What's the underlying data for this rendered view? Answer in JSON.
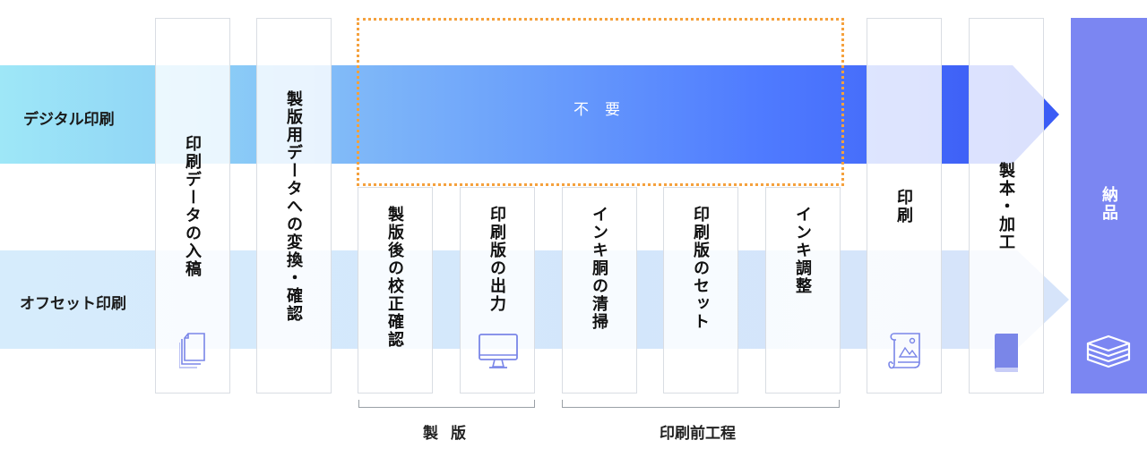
{
  "rows": {
    "digital": "デジタル印刷",
    "offset": "オフセット印刷"
  },
  "unneeded": "不要",
  "steps": {
    "input": "印刷データの入稿",
    "convert": "製版用データへの変換・確認",
    "proof": "製版後の校正確認",
    "plate_output": "印刷版の出力",
    "ink_clean": "インキ胴の清掃",
    "plate_set": "印刷版のセット",
    "ink_adjust": "インキ調整",
    "print": "印刷",
    "binding": "製本・加工",
    "delivery": "納品"
  },
  "groups": {
    "platemaking": "製版",
    "prepress": "印刷前工程"
  },
  "icons": [
    "documents-icon",
    "monitor-icon",
    "print-scroll-icon",
    "book-icon",
    "stack-icon"
  ],
  "colors": {
    "digital_band_start": "#9ee7f7",
    "digital_band_end": "#3b5cf5",
    "offset_band": "#d6ecfc",
    "delivery_box": "#7b86f2",
    "dotted_outline": "#f5a13d",
    "icon_stroke": "#7a86e8"
  }
}
